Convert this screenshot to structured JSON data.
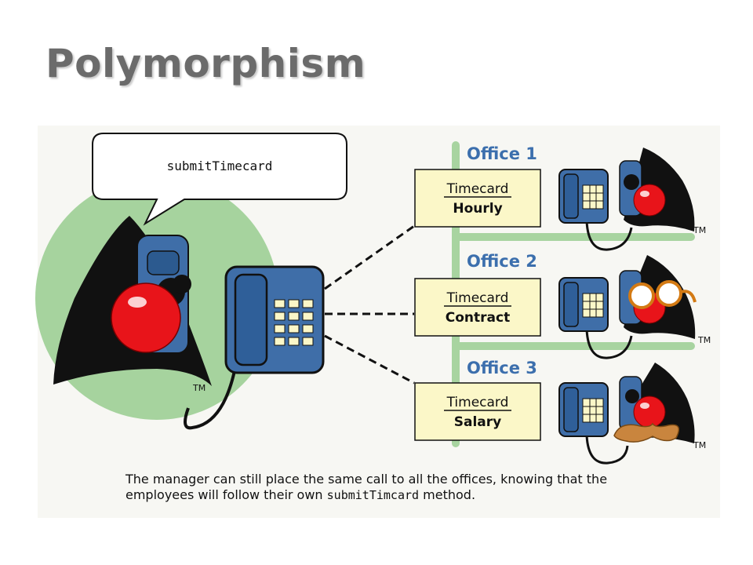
{
  "title": "Polymorphism",
  "speech_bubble": "submitTimecard",
  "trademark": "TM",
  "offices": [
    {
      "label": "Office 1",
      "card_top": "Timecard",
      "card_bottom": "Hourly"
    },
    {
      "label": "Office 2",
      "card_top": "Timecard",
      "card_bottom": "Contract"
    },
    {
      "label": "Office 3",
      "card_top": "Timecard",
      "card_bottom": "Salary"
    }
  ],
  "caption": {
    "part1": "The manager can still place the same call to all the offices, knowing that the employees will follow their own",
    "method": "submitTimcard",
    "part2": "method."
  },
  "colors": {
    "phone_blue": "#3f6ea8",
    "clown_nose_red": "#e8141a",
    "office_text": "#3c6fad",
    "rail_green": "#a8d4a0",
    "circle_green": "#a6d39e",
    "card_fill": "#fbf7c8"
  }
}
